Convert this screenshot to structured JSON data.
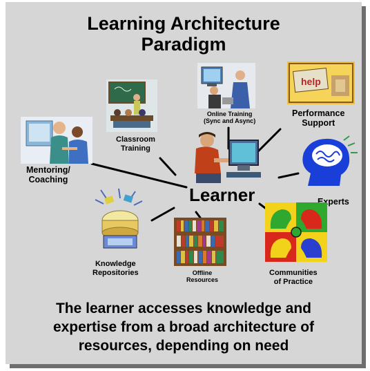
{
  "title_line1": "Learning Architecture",
  "title_line2": "Paradigm",
  "center": {
    "label": "Learner"
  },
  "nodes": {
    "online_training": {
      "line1": "Online Training",
      "line2": "(Sync and Async)"
    },
    "performance_support": {
      "line1": "Performance",
      "line2": "Support"
    },
    "classroom_training": {
      "line1": "Classroom",
      "line2": "Training"
    },
    "mentoring": {
      "line1": "Mentoring/",
      "line2": "Coaching"
    },
    "experts": {
      "label": "Experts"
    },
    "knowledge_repositories": {
      "line1": "Knowledge",
      "line2": "Repositories"
    },
    "offline_resources": {
      "line1": "Offline",
      "line2": "Resources"
    },
    "communities": {
      "line1": "Communities",
      "line2": "of Practice"
    }
  },
  "help_sign": "help",
  "caption": {
    "line1": "The learner accesses knowledge and",
    "line2": "expertise from a broad architecture of",
    "line3": "resources, depending on need"
  },
  "colors": {
    "background": "#d6d6d6",
    "shadow": "#6e6e6e",
    "connector": "#000000",
    "experts_blue": "#1a3fd8",
    "communities_yellow": "#f2d21b",
    "communities_red": "#d8281c",
    "communities_green": "#2ea82e",
    "communities_blue": "#2a3fd0"
  }
}
